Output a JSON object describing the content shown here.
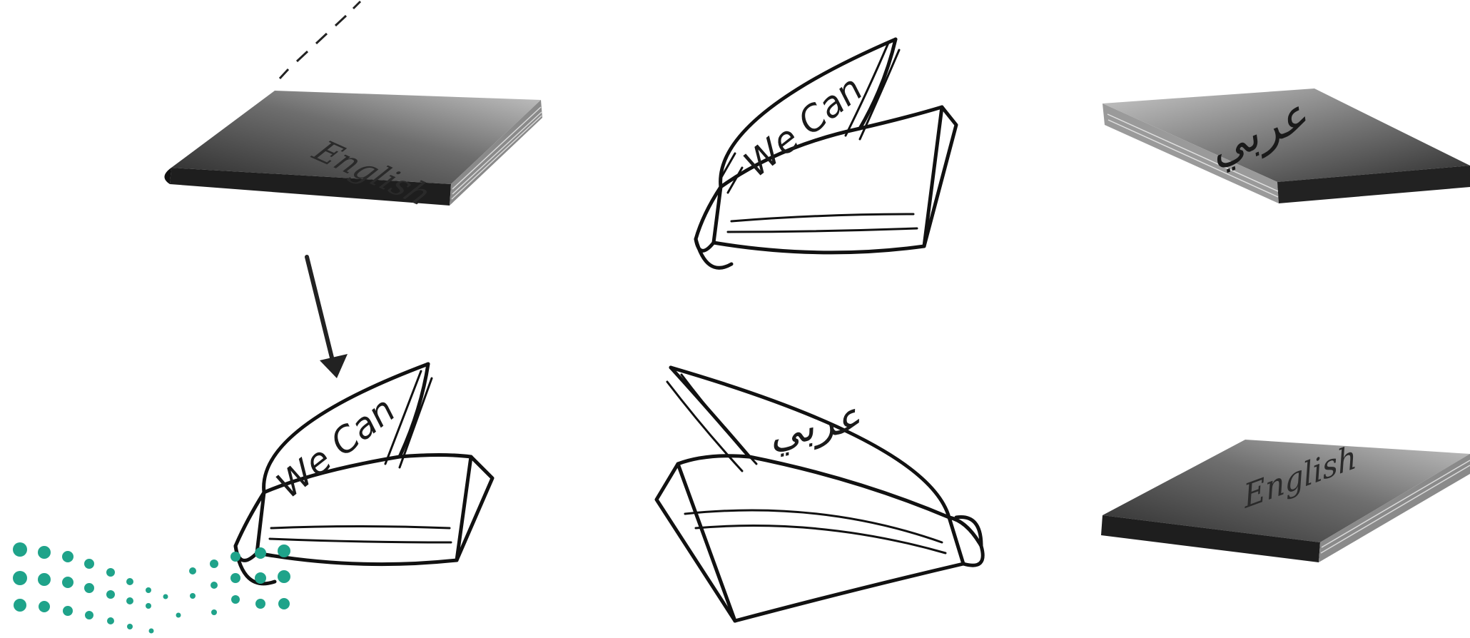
{
  "books": {
    "top_left_cover": "English",
    "top_right_cover": "عربي",
    "bottom_right_cover": "English",
    "top_middle_page": "We Can",
    "bottom_left_page": "We Can",
    "bottom_middle_page": "عربي"
  },
  "colors": {
    "ink": "#111111",
    "book_dark": "#2b2b2b",
    "book_light": "#bdbdbd",
    "dots": "#1fa38a"
  }
}
